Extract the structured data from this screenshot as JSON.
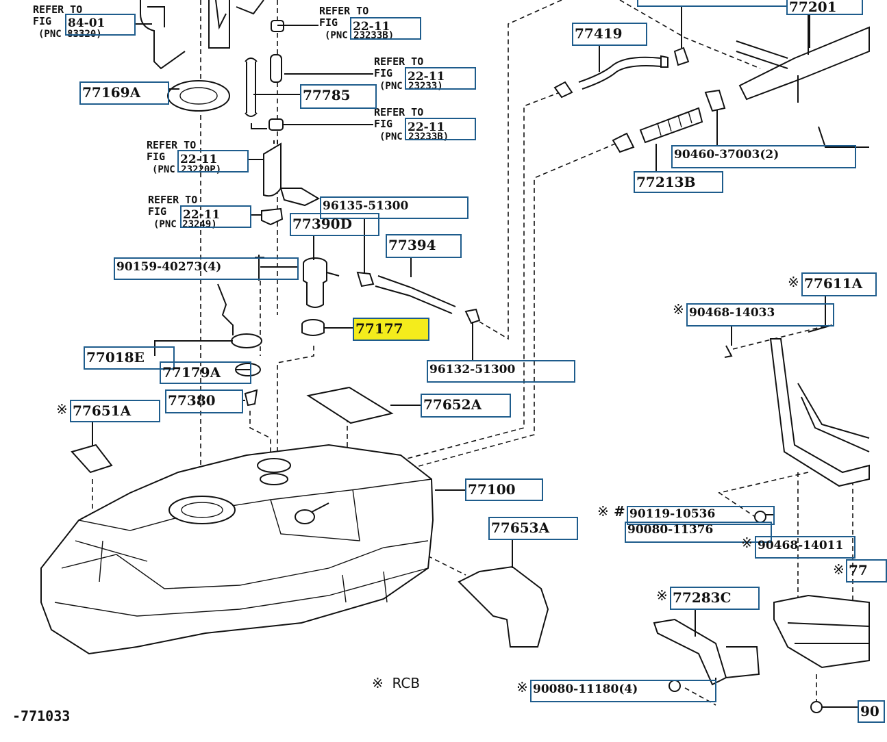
{
  "diagram": {
    "refer_prefix": "REFER TO",
    "fig_prefix": "FIG",
    "references": [
      {
        "fig": "84-01",
        "pnc": "(PNC 83320)"
      },
      {
        "fig": "22-11",
        "pnc": "(PNC 23233B)"
      },
      {
        "fig": "22-11",
        "pnc": "(PNC 23233)"
      },
      {
        "fig": "22-11",
        "pnc": "(PNC 23233B)"
      },
      {
        "fig": "22-11",
        "pnc": "(PNC 23220P)"
      },
      {
        "fig": "22-11",
        "pnc": "(PNC 23249)"
      }
    ],
    "parts": [
      {
        "number": "77169A",
        "note": false
      },
      {
        "number": "77785",
        "note": false
      },
      {
        "number": "96135-51300",
        "note": false
      },
      {
        "number": "77390D",
        "note": false
      },
      {
        "number": "77394",
        "note": false
      },
      {
        "number": "90159-40273(4)",
        "note": false
      },
      {
        "number": "77177",
        "note": false,
        "highlighted": true
      },
      {
        "number": "96132-51300",
        "note": false
      },
      {
        "number": "77018E",
        "note": false
      },
      {
        "number": "77179A",
        "note": false
      },
      {
        "number": "77380",
        "note": false
      },
      {
        "number": "77652A",
        "note": false
      },
      {
        "number": "77651A",
        "note": true
      },
      {
        "number": "77100",
        "note": false
      },
      {
        "number": "77653A",
        "note": false
      },
      {
        "number": "77419",
        "note": false
      },
      {
        "number": "77201",
        "note": false
      },
      {
        "number": "90460-37003(2)",
        "note": false
      },
      {
        "number": "77213B",
        "note": false
      },
      {
        "number": "77611A",
        "note": true
      },
      {
        "number": "90468-14033",
        "note": true
      },
      {
        "number": "90119-10536",
        "note": true,
        "hash": true
      },
      {
        "number": "90080-11376",
        "note": false
      },
      {
        "number": "90468-14011",
        "note": true
      },
      {
        "number": "77283C",
        "note": true
      },
      {
        "number": "90080-11180(4)",
        "note": true
      },
      {
        "number": "77",
        "note": true
      },
      {
        "number": "90",
        "note": false
      }
    ],
    "note_symbol": "※",
    "hash_symbol": "#",
    "legend": {
      "symbol": "※",
      "text": "RCB"
    },
    "drawing_code": "-771033",
    "highlight_color": "#f4ec1c",
    "label_border_color": "#1e5c8c"
  }
}
